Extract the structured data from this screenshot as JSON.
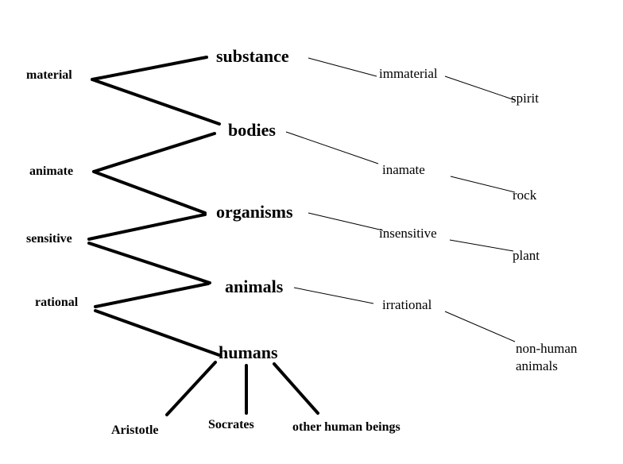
{
  "levels": {
    "substance": "substance",
    "bodies": "bodies",
    "organisms": "organisms",
    "animals": "animals",
    "humans": "humans"
  },
  "differentiae": {
    "material": "material",
    "animate": "animate",
    "sensitive": "sensitive",
    "rational": "rational"
  },
  "opposites": {
    "immaterial": "immaterial",
    "inamate": "inamate",
    "insensitive": "insensitive",
    "irrational": "irrational"
  },
  "examples": {
    "spirit": "spirit",
    "rock": "rock",
    "plant": "plant",
    "non_human_line1": "non-human",
    "non_human_line2": "animals"
  },
  "individuals": {
    "aristotle": "Aristotle",
    "socrates": "Socrates",
    "others": "other human beings"
  }
}
